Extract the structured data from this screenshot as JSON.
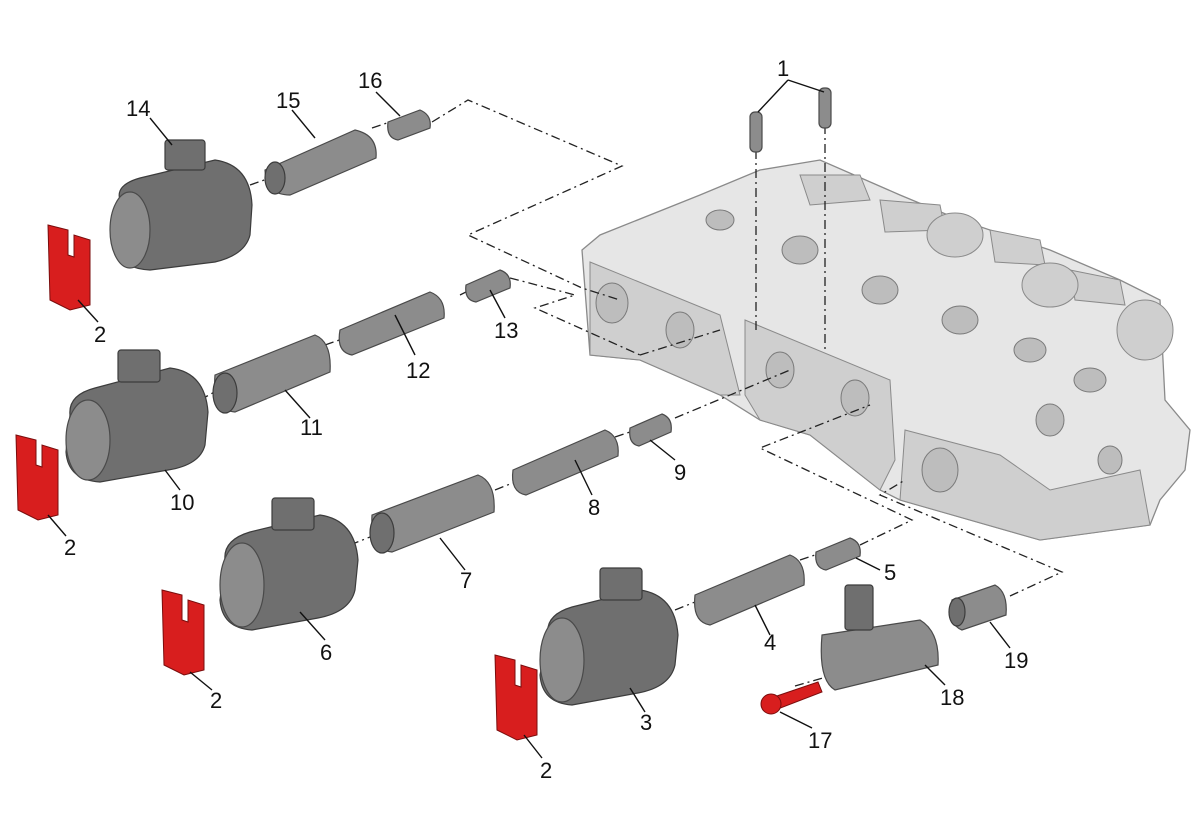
{
  "diagram": {
    "callouts": [
      "1",
      "2",
      "3",
      "4",
      "5",
      "6",
      "7",
      "8",
      "9",
      "10",
      "11",
      "12",
      "13",
      "14",
      "15",
      "16",
      "17",
      "18",
      "19"
    ],
    "colors": {
      "clip": "#d81e1e",
      "component": "#8c8c8c",
      "housing": "#e6e6e6",
      "line": "#111111"
    }
  }
}
